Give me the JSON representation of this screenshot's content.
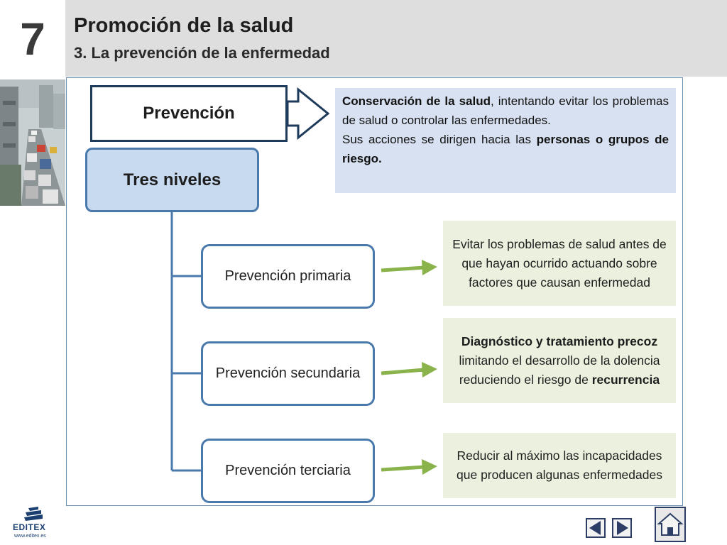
{
  "header": {
    "chapter_number": "7",
    "title": "Promoción de la salud",
    "subtitle": "3. La prevención de la enfermedad"
  },
  "diagram": {
    "prevention_label": "Prevención",
    "definition": {
      "line1_bold": "Conservación de la salud",
      "line1_rest": ", intentando evitar los problemas de salud o controlar las enfermedades.",
      "line2_start": "Sus acciones se dirigen hacia las ",
      "line2_bold": "personas o grupos de riesgo."
    },
    "levels_label": "Tres niveles",
    "levels": [
      {
        "label": "Prevención primaria",
        "desc_plain": "Evitar los problemas de salud antes de que hayan ocurrido actuando sobre factores que causan enfermedad"
      },
      {
        "label": "Prevención secundaria",
        "desc_bold1": "Diagnóstico y tratamiento precoz",
        "desc_mid": " limitando el desarrollo de la dolencia reduciendo el riesgo de ",
        "desc_bold2": "recurrencia"
      },
      {
        "label": "Prevención terciaria",
        "desc_plain": "Reducir al máximo las incapacidades que producen algunas enfermedades"
      }
    ]
  },
  "footer": {
    "logo_name": "EDITEX",
    "logo_url": "www.editex.es",
    "prev_icon": "triangle-left-icon",
    "next_icon": "triangle-right-icon",
    "home_icon": "house-icon"
  },
  "colors": {
    "header_band": "#dedede",
    "frame_border": "#6b8fb3",
    "definition_bg": "#d7e1f1",
    "levels_bg": "#c8daf0",
    "box_border": "#4a79ac",
    "description_bg": "#ebf1de",
    "arrow_green": "#8ab34b",
    "dark_navy": "#1f3b5c"
  }
}
